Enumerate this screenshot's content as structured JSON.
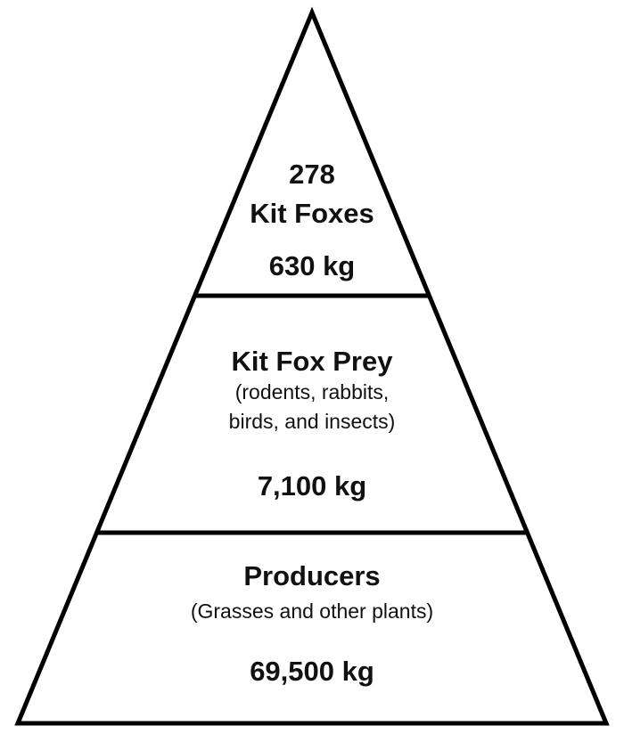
{
  "tiers": {
    "top": {
      "count": "278",
      "name": "Kit Foxes",
      "mass": "630 kg"
    },
    "middle": {
      "name": "Kit Fox Prey",
      "detail_line1": "(rodents, rabbits,",
      "detail_line2": "birds, and insects)",
      "mass": "7,100 kg"
    },
    "bottom": {
      "name": "Producers",
      "detail": "(Grasses and other plants)",
      "mass": "69,500 kg"
    }
  }
}
